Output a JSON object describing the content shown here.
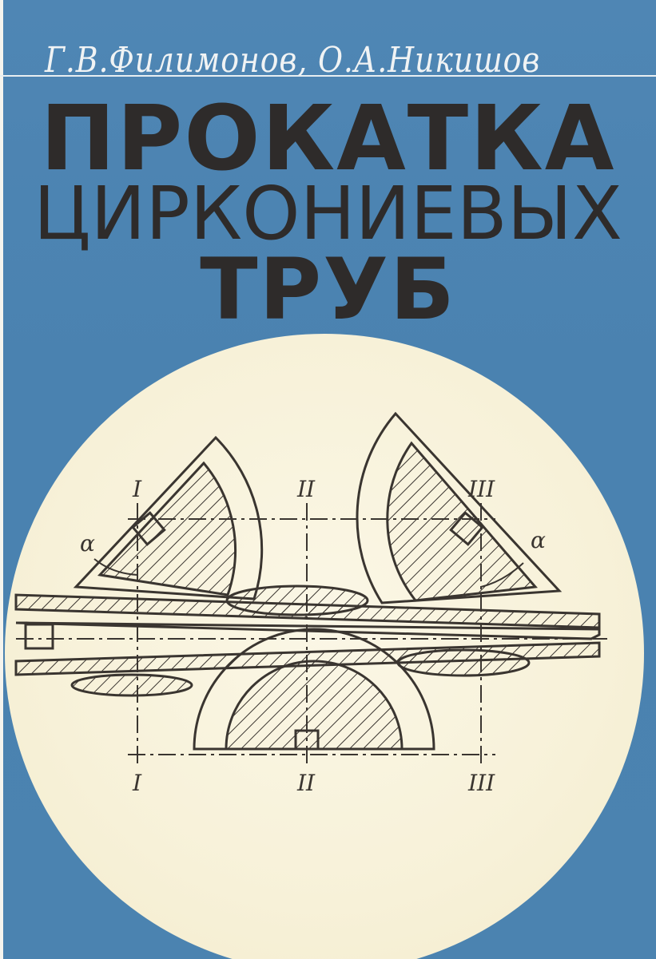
{
  "cover": {
    "authors": "Г.В.Филимонов, О.А.Никишов",
    "title_line1": "ПРОКАТКА",
    "title_line2": "ЦИРКОНИЕВЫХ",
    "title_line3": "ТРУБ"
  },
  "diagram": {
    "section_top_left": "I",
    "section_top_mid": "II",
    "section_top_right": "III",
    "section_bottom_left": "I",
    "section_bottom_mid": "II",
    "section_bottom_right": "III",
    "angle_left": "α",
    "angle_right": "α"
  },
  "colors": {
    "background": "#4b83b0",
    "disc": "#f7f1d8",
    "ink": "#2e2b2a"
  }
}
